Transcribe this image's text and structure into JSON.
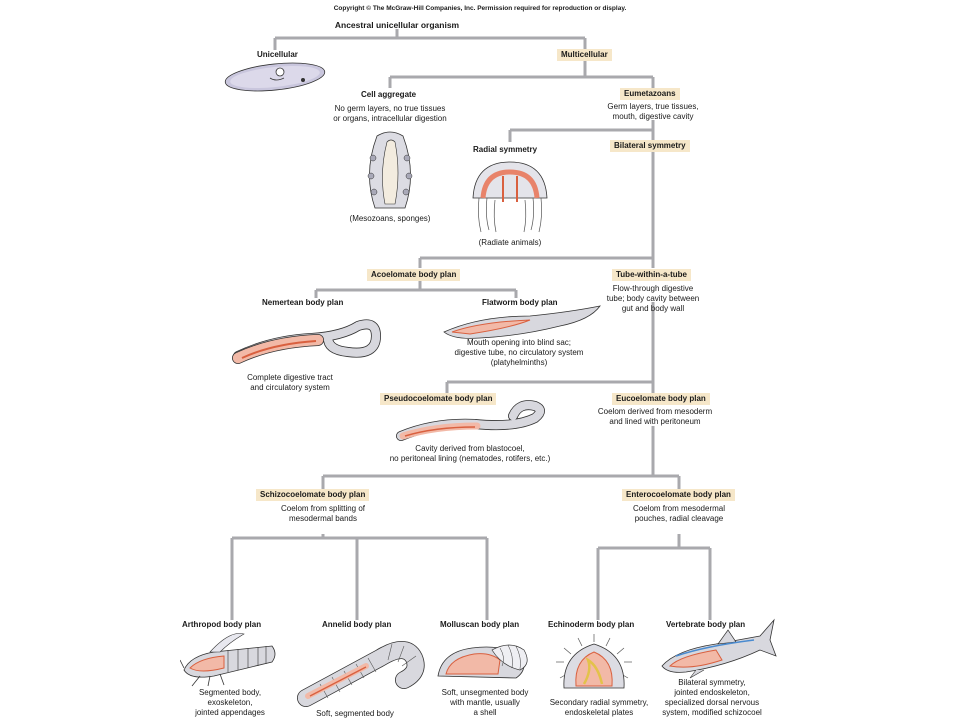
{
  "copyright": "Copyright © The McGraw-Hill Companies, Inc. Permission required for reproduction or display.",
  "root": "Ancestral unicellular organism",
  "unicellular": "Unicellular",
  "multicellular": "Multicellular",
  "cell_aggregate": {
    "title": "Cell aggregate",
    "desc": [
      "No germ layers, no true tissues",
      "or organs, intracellular digestion"
    ],
    "examples": "(Mesozoans, sponges)"
  },
  "eumetazoans": {
    "title": "Eumetazoans",
    "desc": [
      "Germ layers, true tissues,",
      "mouth, digestive cavity"
    ]
  },
  "radial": {
    "title": "Radial symmetry",
    "examples": "(Radiate animals)"
  },
  "bilateral": {
    "title": "Bilateral symmetry"
  },
  "acoelomate": {
    "title": "Acoelomate body plan"
  },
  "tube": {
    "title": "Tube-within-a-tube",
    "desc": [
      "Flow-through digestive",
      "tube; body cavity between",
      "gut and body wall"
    ]
  },
  "nemertean": {
    "title": "Nemertean body plan",
    "desc": [
      "Complete digestive tract",
      "and circulatory system"
    ]
  },
  "flatworm": {
    "title": "Flatworm body plan",
    "desc": [
      "Mouth opening into blind sac;",
      "digestive tube, no circulatory system",
      "(platyhelminths)"
    ]
  },
  "pseudocoelomate": {
    "title": "Pseudocoelomate body plan",
    "desc": [
      "Cavity derived from blastocoel,",
      "no peritoneal lining (nematodes, rotifers, etc.)"
    ]
  },
  "eucoelomate": {
    "title": "Eucoelomate body plan",
    "desc": [
      "Coelom derived from mesoderm",
      "and lined with peritoneum"
    ]
  },
  "schizocoelomate": {
    "title": "Schizocoelomate body plan",
    "desc": [
      "Coelom from splitting of",
      "mesodermal bands"
    ]
  },
  "enterocoelomate": {
    "title": "Enterocoelomate body plan",
    "desc": [
      "Coelom from mesodermal",
      "pouches, radial cleavage"
    ]
  },
  "arthropod": {
    "title": "Arthropod body plan",
    "desc": [
      "Segmented body,",
      "exoskeleton,",
      "jointed appendages"
    ]
  },
  "annelid": {
    "title": "Annelid body plan",
    "desc": [
      "Soft, segmented body"
    ]
  },
  "molluscan": {
    "title": "Molluscan body plan",
    "desc": [
      "Soft, unsegmented body",
      "with mantle, usually",
      "a shell"
    ]
  },
  "echinoderm": {
    "title": "Echinoderm body plan",
    "desc": [
      "Secondary radial symmetry,",
      "endoskeletal plates"
    ]
  },
  "vertebrate": {
    "title": "Vertebrate body plan",
    "desc": [
      "Bilateral symmetry,",
      "jointed endoskeleton,",
      "specialized dorsal nervous",
      "system, modified schizocoel"
    ]
  },
  "colors": {
    "connector": "#a9a9ad",
    "label_highlight": "#f6e7c9",
    "body_pink": "#f2b9a7",
    "gut_red": "#d9603f",
    "animal_gray": "#d5d5dc",
    "outline": "#333333"
  }
}
